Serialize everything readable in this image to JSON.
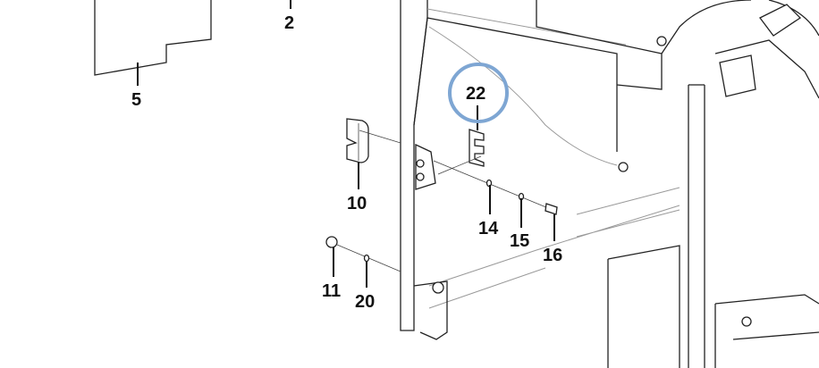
{
  "diagram": {
    "callouts": [
      {
        "id": "c2",
        "label": "2"
      },
      {
        "id": "c5",
        "label": "5"
      },
      {
        "id": "c22",
        "label": "22",
        "highlighted": true
      },
      {
        "id": "c10",
        "label": "10"
      },
      {
        "id": "c14",
        "label": "14"
      },
      {
        "id": "c15",
        "label": "15"
      },
      {
        "id": "c16",
        "label": "16"
      },
      {
        "id": "c11",
        "label": "11"
      },
      {
        "id": "c20",
        "label": "20"
      }
    ],
    "highlight_color": "#7ea6d3"
  }
}
